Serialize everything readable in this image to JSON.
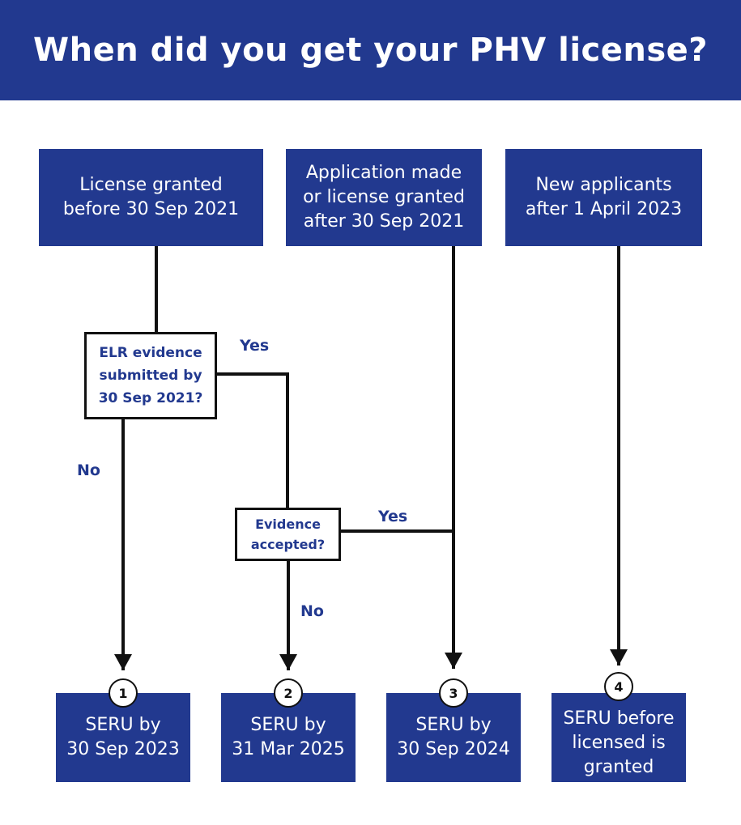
{
  "title": "When did you get your PHV license?",
  "colors": {
    "brand": "#22398f",
    "line": "#111111",
    "background": "#ffffff"
  },
  "start_boxes": [
    {
      "lines": [
        "License granted",
        "before 30 Sep 2021"
      ]
    },
    {
      "lines": [
        "Application made",
        "or license granted",
        "after 30 Sep 2021"
      ]
    },
    {
      "lines": [
        "New applicants",
        "after 1 April 2023"
      ]
    }
  ],
  "decisions": [
    {
      "lines": [
        "ELR evidence",
        "submitted by",
        "30 Sep 2021?"
      ]
    },
    {
      "lines": [
        "Evidence",
        "accepted?"
      ]
    }
  ],
  "edge_labels": {
    "elr_yes": "Yes",
    "elr_no": "No",
    "evidence_yes": "Yes",
    "evidence_no": "No"
  },
  "outcomes": [
    {
      "number": "1",
      "lines": [
        "SERU by",
        "30 Sep 2023"
      ]
    },
    {
      "number": "2",
      "lines": [
        "SERU by",
        "31 Mar 2025"
      ]
    },
    {
      "number": "3",
      "lines": [
        "SERU by",
        "30 Sep 2024"
      ]
    },
    {
      "number": "4",
      "lines": [
        "SERU before",
        "licensed is",
        "granted"
      ]
    }
  ]
}
